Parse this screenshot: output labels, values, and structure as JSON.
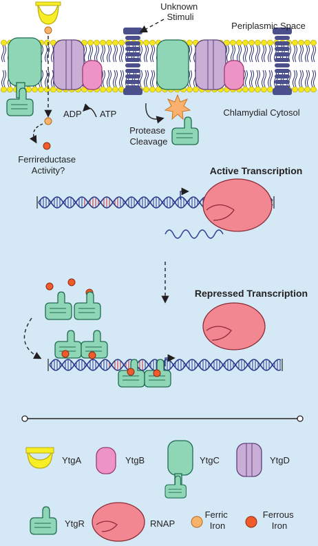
{
  "labels": {
    "unknown_stimuli": [
      "Unknown",
      "Stimuli"
    ],
    "periplasmic_space": "Periplasmic Space",
    "chlamydial_cytosol": "Chlamydial Cytosol",
    "adp": "ADP",
    "atp": "ATP",
    "protease_cleavage": [
      "Protease",
      "Cleavage"
    ],
    "ferrireductase": [
      "Ferrireductase",
      "Activity?"
    ],
    "active_transcription": "Active Transcription",
    "repressed_transcription": "Repressed Transcription"
  },
  "legend": {
    "ytga": "YtgA",
    "ytgb": "YtgB",
    "ytgc": "YtgC",
    "ytgd": "YtgD",
    "ytgr": "YtgR",
    "rnap": "RNAP",
    "ferric": [
      "Ferric",
      "Iron"
    ],
    "ferrous": [
      "Ferrous",
      "Iron"
    ]
  },
  "colors": {
    "cytosol": "#d5e8f5",
    "lipid_head": "#f4e619",
    "lipid_tail": "#232b6b",
    "ytga": "#f7ee25",
    "ytgb": "#ee93c6",
    "ytgc": "#8fd6b7",
    "ytgd": "#c9afd6",
    "ytgr": "#8fd6b7",
    "rnap": "#f28792",
    "ferric_iron": "#f8b26a",
    "ferrous_iron": "#f15a2b",
    "dna_blue": "#2a3a8c",
    "dna_red": "#c1272d",
    "stimulus_receptor": "#4b4f8c",
    "protease": "#fbb06d"
  }
}
